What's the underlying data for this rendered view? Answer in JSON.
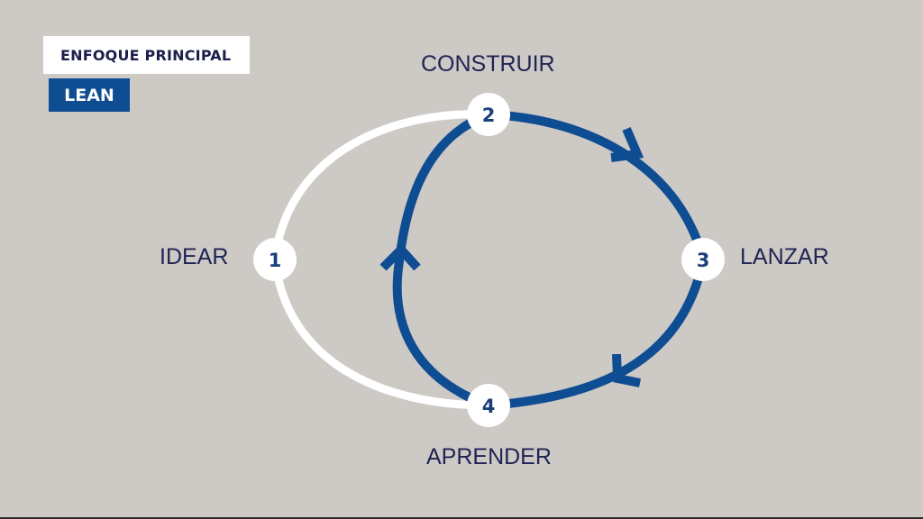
{
  "header": {
    "category_label": "ENFOQUE PRINCIPAL",
    "topic_badge": "LEAN"
  },
  "cycle": {
    "nodes": [
      {
        "number": "1",
        "label": "IDEAR"
      },
      {
        "number": "2",
        "label": "CONSTRUIR"
      },
      {
        "number": "3",
        "label": "LANZAR"
      },
      {
        "number": "4",
        "label": "APRENDER"
      }
    ]
  },
  "colors": {
    "background": "#cdc9c5",
    "loop_blue": "#0f4d93",
    "loop_white": "#ffffff",
    "label_text": "#1f2454"
  }
}
